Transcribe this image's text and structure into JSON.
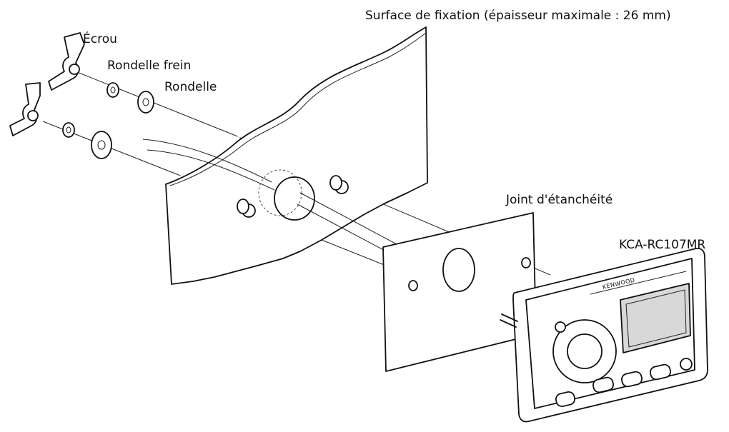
{
  "labels": {
    "surface": "Surface de fixation (épaisseur maximale : 26 mm)",
    "nut": "Écrou",
    "lock_washer": "Rondelle frein",
    "washer": "Rondelle",
    "gasket": "Joint d'étanchéité",
    "model": "KCA-RC107MR",
    "brand": "KENWOOD"
  },
  "colors": {
    "line": "#111111",
    "fill": "#ffffff",
    "shade": "#d8d8d8"
  }
}
